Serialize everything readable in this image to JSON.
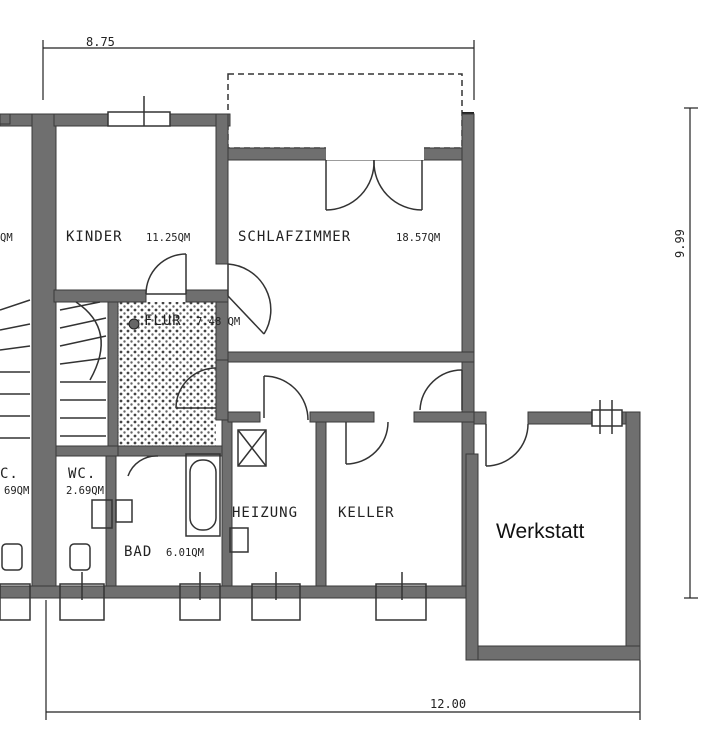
{
  "dimensions": {
    "top_width": "8.75",
    "bottom_width": "12.00",
    "right_depth": "9.99"
  },
  "rooms": {
    "kinder": "KINDER",
    "kinder_area": "11.25QM",
    "schlafzimmer": "SCHLAFZIMMER",
    "schlafzimmer_area": "18.57QM",
    "flur": "FLUR",
    "flur_area": "7.48 QM",
    "wc": "WC.",
    "wc_area": "2.69QM",
    "bad": "BAD",
    "bad_area": "6.01QM",
    "heizung": "HEIZUNG",
    "keller": "KELLER",
    "werkstatt": "Werkstatt"
  },
  "neighbor": {
    "room_area_fragment": "QM",
    "wc_fragment": "C.",
    "wc_area_fragment": "69QM"
  }
}
